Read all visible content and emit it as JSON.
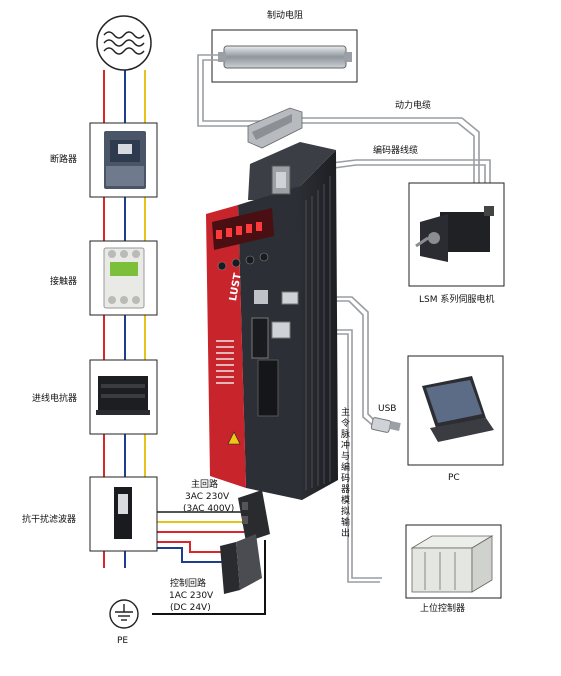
{
  "labels": {
    "braking_resistor": "制动电阻",
    "power_cable": "动力电缆",
    "encoder_cable": "编码器线缆",
    "motor": "LSM 系列伺服电机",
    "usb": "USB",
    "pc": "PC",
    "host_controller": "上位控制器",
    "pulse_line": "主令脉冲与编码器模拟输出",
    "breaker": "断路器",
    "contactor": "接触器",
    "reactor": "进线电抗器",
    "filter": "抗干扰滤波器",
    "main_circuit_1": "主回路",
    "main_circuit_2": "3AC 230V",
    "main_circuit_3": "(3AC 400V)",
    "control_circuit_1": "控制回路",
    "control_circuit_2": "1AC 230V",
    "control_circuit_3": "(DC 24V)",
    "pe": "PE",
    "brand": "LUST"
  },
  "icons": {
    "ac_source": "sine-wave-icon",
    "ground": "ground-icon"
  },
  "colors": {
    "wire_red": "#d9262b",
    "wire_blue": "#1f3d8f",
    "wire_yellow": "#e6c21a",
    "drive_red": "#c8242b",
    "drive_dark": "#2c2f36",
    "cable_gray": "#8a8d92"
  }
}
